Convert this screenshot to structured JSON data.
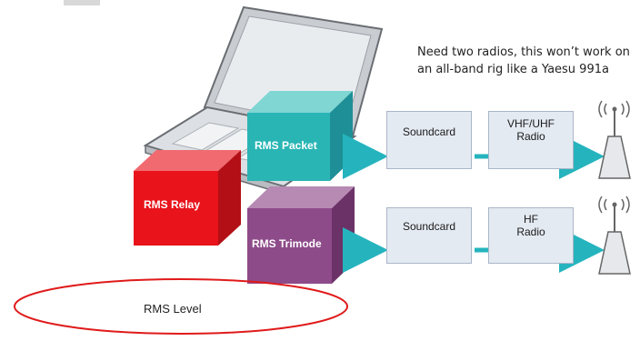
{
  "note": {
    "line1": "Need two radios, this won’t work on",
    "line2": "an all-band rig like a Yaesu 991a"
  },
  "cubes": {
    "packet": "RMS Packet",
    "relay": "RMS Relay",
    "trimode": "RMS Trimode"
  },
  "rows": {
    "top": {
      "soundcard": "Soundcard",
      "radio_line1": "VHF/UHF",
      "radio_line2": "Radio"
    },
    "bottom": {
      "soundcard": "Soundcard",
      "radio_line1": "HF",
      "radio_line2": "Radio"
    }
  },
  "level_label": "RMS Level",
  "colors": {
    "packet": "#2ab5b5",
    "relay": "#e8131b",
    "trimode": "#8e4b8a",
    "arrow": "#25b4be",
    "ellipse": "#e01a1a"
  }
}
